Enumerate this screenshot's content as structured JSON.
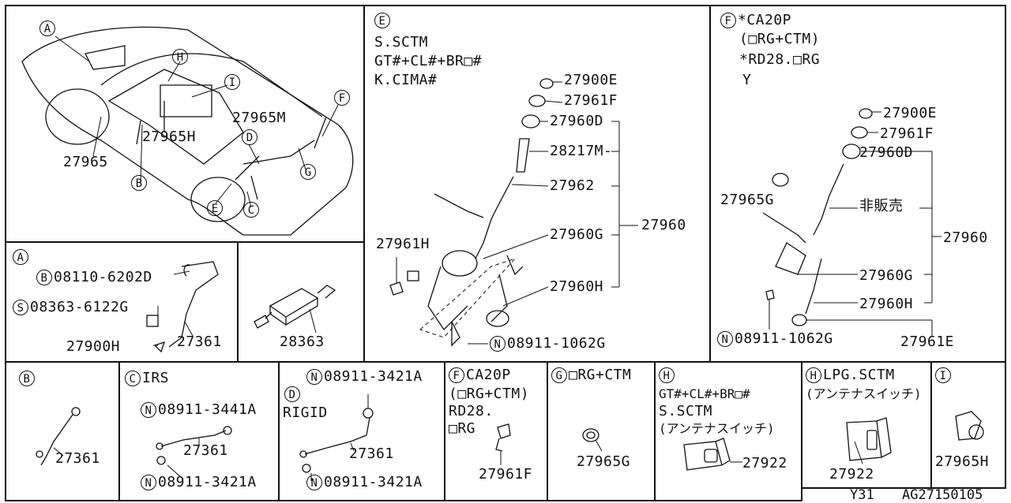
{
  "diagram": {
    "panels": {
      "overview": {
        "callouts": [
          "A",
          "B",
          "C",
          "D",
          "E",
          "F",
          "G",
          "H",
          "I"
        ],
        "parts": [
          "27965",
          "27965H",
          "27965M"
        ]
      },
      "A": {
        "label": "A",
        "items": [
          {
            "mark": "B",
            "part": "08110-6202D"
          },
          {
            "mark": "S",
            "part": "08363-6122G"
          }
        ],
        "parts": [
          "27900H",
          "27361"
        ]
      },
      "box28363": {
        "part": "28363"
      },
      "E": {
        "label": "E",
        "notes": [
          "S.SCTM",
          "GT#+CL#+BR□#",
          "K.CIMA#"
        ],
        "parts": [
          "27900E",
          "27961F",
          "27960D",
          "28217M-",
          "27962",
          "27960G",
          "27960H",
          "27961H",
          "27960"
        ],
        "nut": {
          "mark": "N",
          "part": "08911-1062G"
        }
      },
      "F": {
        "label": "F",
        "notes": [
          "*CA20P",
          "(□RG+CTM)",
          "*RD28.□RG",
          "Y"
        ],
        "parts": [
          "27900E",
          "27961F",
          "27960D",
          "27965G",
          "非販売",
          "27960G",
          "27960H",
          "27961E",
          "27960"
        ],
        "nut": {
          "mark": "N",
          "part": "08911-1062G"
        }
      },
      "B": {
        "label": "B",
        "part": "27361"
      },
      "C": {
        "label": "C",
        "title": "IRS",
        "items": [
          {
            "mark": "N",
            "part": "08911-3441A"
          },
          {
            "mark": "N",
            "part": "08911-3421A"
          }
        ],
        "part": "27361"
      },
      "D": {
        "label": "D",
        "title": "RIGID",
        "items": [
          {
            "mark": "N",
            "part": "08911-3421A"
          },
          {
            "mark": "N",
            "part": "08911-3421A"
          }
        ],
        "part": "27361"
      },
      "F2": {
        "label": "F",
        "notes": [
          "CA20P",
          "(□RG+CTM)",
          "RD28.",
          "□RG"
        ],
        "part": "27961F"
      },
      "G": {
        "label": "G",
        "title": "□RG+CTM",
        "part": "27965G"
      },
      "H": {
        "label": "H",
        "notes": [
          "GT#+CL#+BR□#",
          "S.SCTM",
          "(アンテナスイッチ)"
        ],
        "part": "27922"
      },
      "H2": {
        "label": "H",
        "title": "LPG.SCTM",
        "notes": [
          "(アンテナスイッチ)"
        ],
        "part": "27922"
      },
      "I": {
        "label": "I",
        "part": "27965H"
      }
    },
    "footer": {
      "model": "Y31",
      "code": "AG27150105"
    }
  }
}
